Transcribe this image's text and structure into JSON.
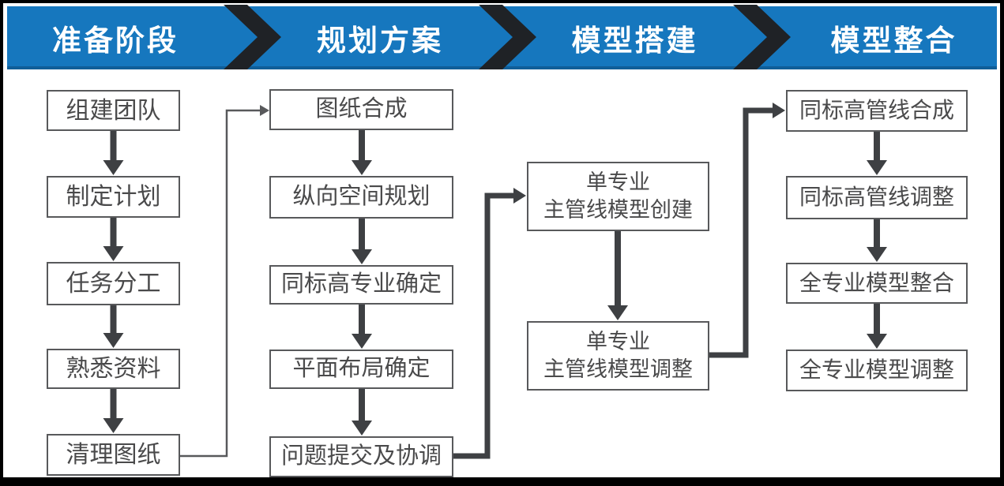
{
  "header": {
    "stages": [
      "准备阶段",
      "规划方案",
      "模型搭建",
      "模型整合"
    ],
    "bar_color": "#1677be",
    "chevron_color": "#1f2226",
    "text_color": "#ffffff"
  },
  "columns": [
    {
      "stage": "准备阶段",
      "steps": [
        "组建团队",
        "制定计划",
        "任务分工",
        "熟悉资料",
        "清理图纸"
      ]
    },
    {
      "stage": "规划方案",
      "steps": [
        "图纸合成",
        "纵向空间规划",
        "同标高专业确定",
        "平面布局确定",
        "问题提交及协调"
      ]
    },
    {
      "stage": "模型搭建",
      "steps": [
        "单专业\n主管线模型创建",
        "单专业\n主管线模型调整"
      ]
    },
    {
      "stage": "模型整合",
      "steps": [
        "同标高管线合成",
        "同标高管线调整",
        "全专业模型整合",
        "全专业模型调整"
      ]
    }
  ],
  "connectors": [
    {
      "from": "清理图纸",
      "to": "图纸合成",
      "style": "thin"
    },
    {
      "from": "问题提交及协调",
      "to": "单专业 主管线模型创建",
      "style": "thick"
    },
    {
      "from": "单专业 主管线模型调整",
      "to": "同标高管线合成",
      "style": "thick"
    }
  ],
  "colors": {
    "box_border": "#58595b",
    "box_text": "#4a4a4b",
    "arrow": "#3e4043",
    "background": "#ffffff",
    "frame": "#000000"
  }
}
